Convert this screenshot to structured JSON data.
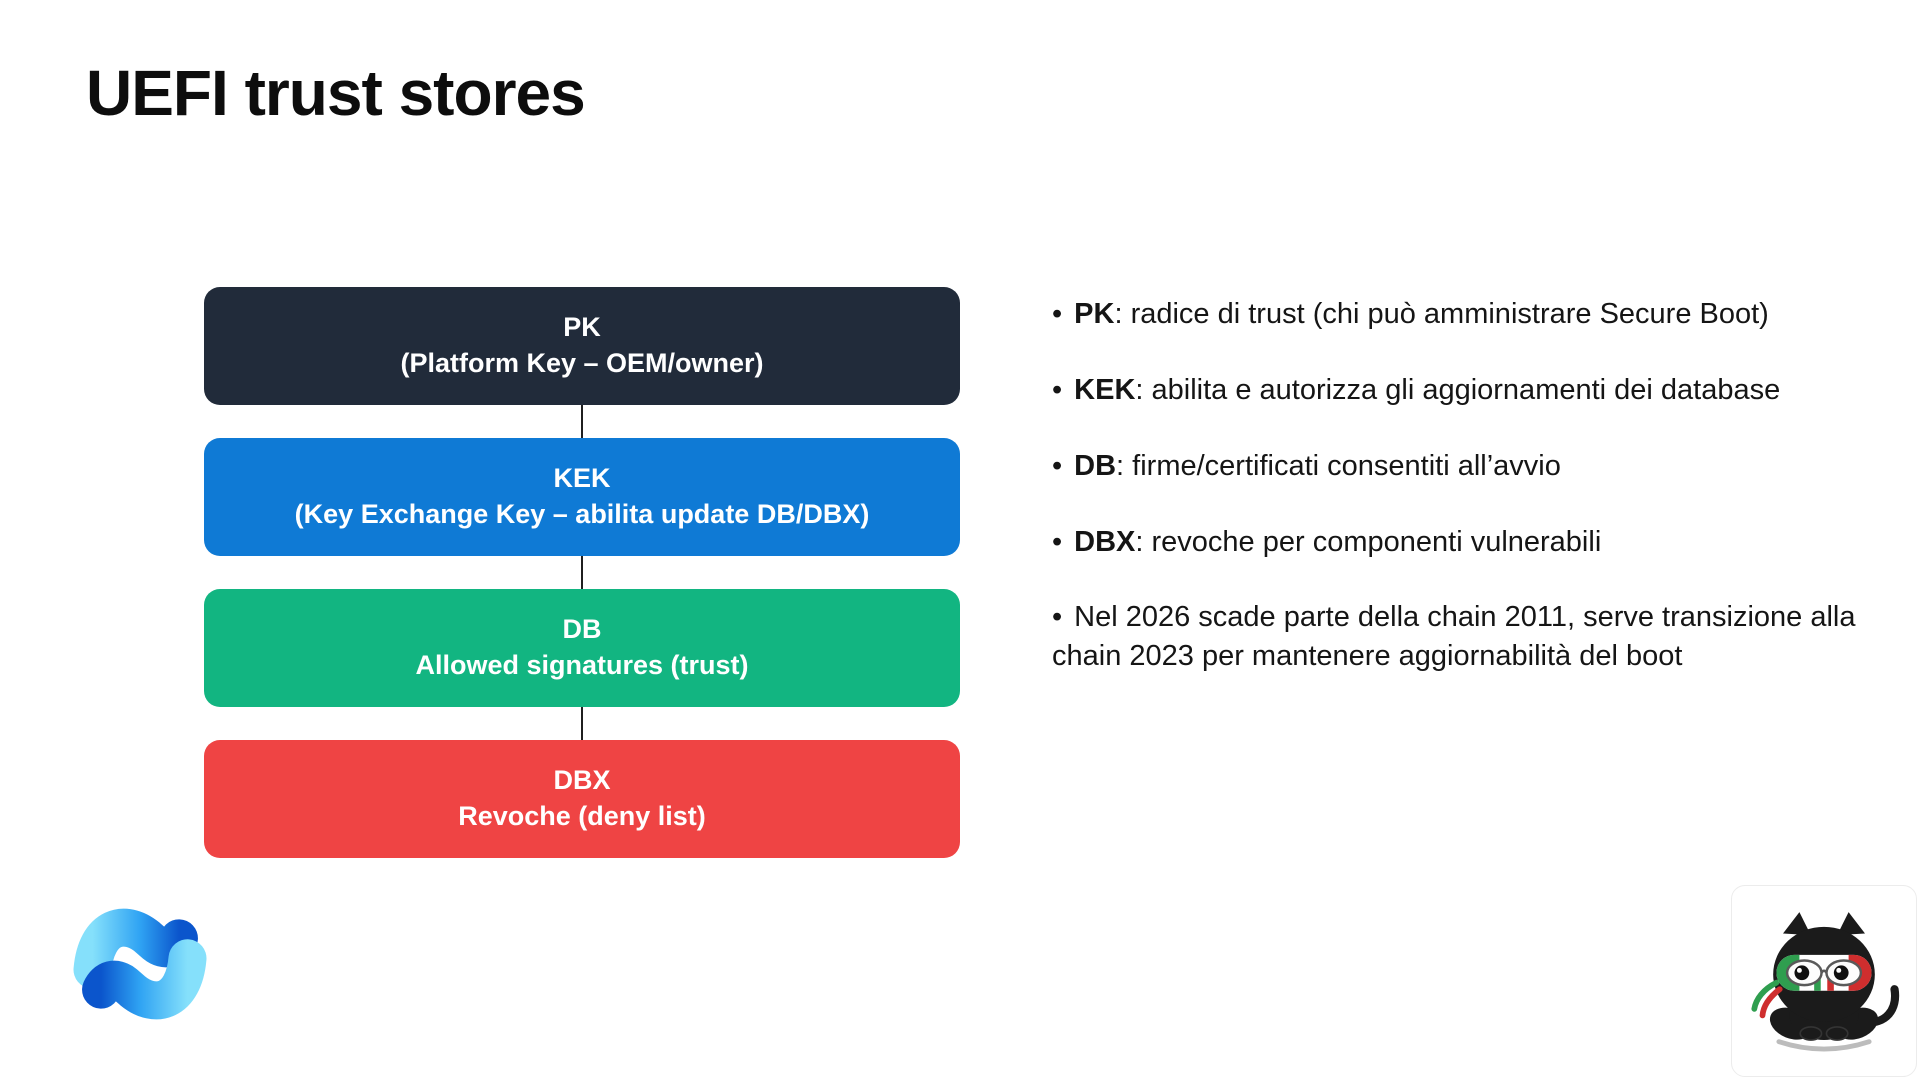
{
  "slide": {
    "title": "UEFI trust stores",
    "background_color": "#FFFFFF",
    "title_color": "#0D0D0D"
  },
  "diagram": {
    "connector_color": "#1F1F1F",
    "box_text_color": "#FFFFFF",
    "boxes": [
      {
        "name": "PK",
        "line1": "PK",
        "line2": "(Platform Key – OEM/owner)",
        "color": "#212B3A"
      },
      {
        "name": "KEK",
        "line1": "KEK",
        "line2": "(Key Exchange Key – abilita update DB/DBX)",
        "color": "#0F7AD5"
      },
      {
        "name": "DB",
        "line1": "DB",
        "line2": "Allowed signatures (trust)",
        "color": "#12B581"
      },
      {
        "name": "DBX",
        "line1": "DBX",
        "line2": "Revoche (deny list)",
        "color": "#EF4444"
      }
    ]
  },
  "list": {
    "marker": "•",
    "items": [
      {
        "label": "PK",
        "text": ": radice di trust (chi può amministrare Secure Boot)"
      },
      {
        "label": "KEK",
        "text": ": abilita e autorizza gli aggiornamenti dei database"
      },
      {
        "label": "DB",
        "text": ": firme/certificati consentiti all’avvio"
      },
      {
        "label": "DBX",
        "text": ": revoche per componenti vulnerabili"
      },
      {
        "label": "",
        "text": "Nel 2026 scade parte della chain 2011, serve transizione alla chain 2023 per mantenere aggiornabilità del boot"
      }
    ]
  },
  "footer": {
    "logo": {
      "name": "n-ribbon-logo",
      "colors": {
        "light": "#85E0FB",
        "mid": "#2FA3F3",
        "dark": "#0B55CC"
      }
    },
    "mascot": {
      "name": "italian-ninja-cat",
      "colors": {
        "body": "#1B1B1B",
        "flag_green": "#2F9E4F",
        "flag_white": "#FFFFFF",
        "flag_red": "#CF2E2E"
      }
    }
  }
}
